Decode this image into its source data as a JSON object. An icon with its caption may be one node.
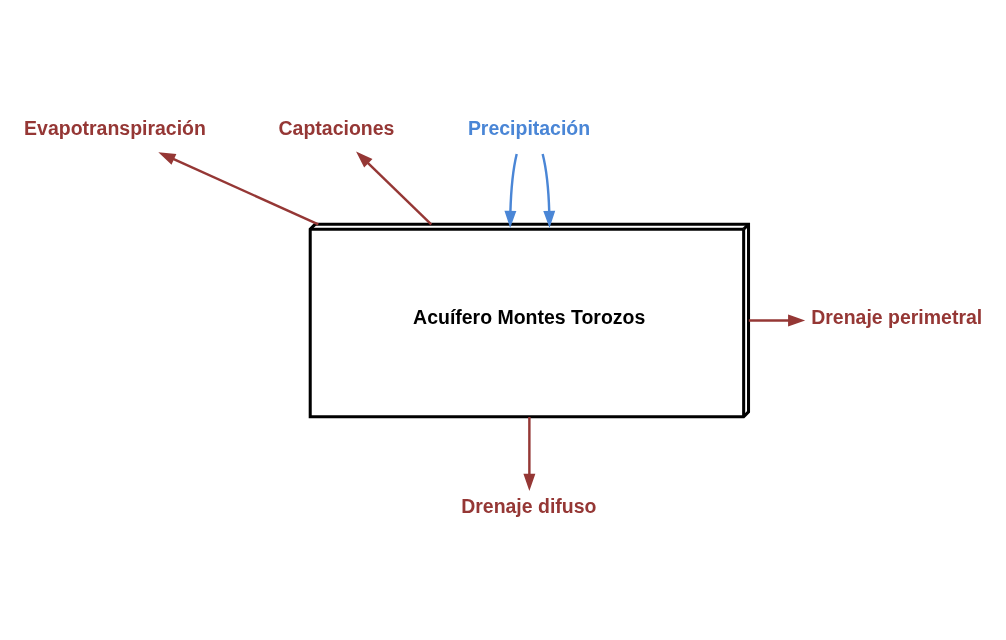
{
  "diagram": {
    "nodes": [
      {
        "text": [
          "Acuífero Montes Torozos"
        ]
      },
      {
        "text": [
          "Precipitación"
        ]
      },
      {
        "text": [
          "Evapotranspiración"
        ]
      },
      {
        "text": [
          "Captaciones"
        ]
      },
      {
        "text": [
          "Drenaje perimetral"
        ]
      },
      {
        "text": [
          "Drenaje difuso"
        ]
      }
    ],
    "edges": [
      {
        "from": 1,
        "to": 0,
        "arrow": "to",
        "color": "#4a86d6"
      },
      {
        "from": 1,
        "to": 0,
        "arrow": "to",
        "color": "#4a86d6"
      },
      {
        "from": 0,
        "to": 2,
        "arrow": "to"
      },
      {
        "from": 0,
        "to": 3,
        "arrow": "to"
      },
      {
        "from": 0,
        "to": 4,
        "arrow": "to"
      },
      {
        "from": 0,
        "to": 5,
        "arrow": "to"
      }
    ]
  }
}
